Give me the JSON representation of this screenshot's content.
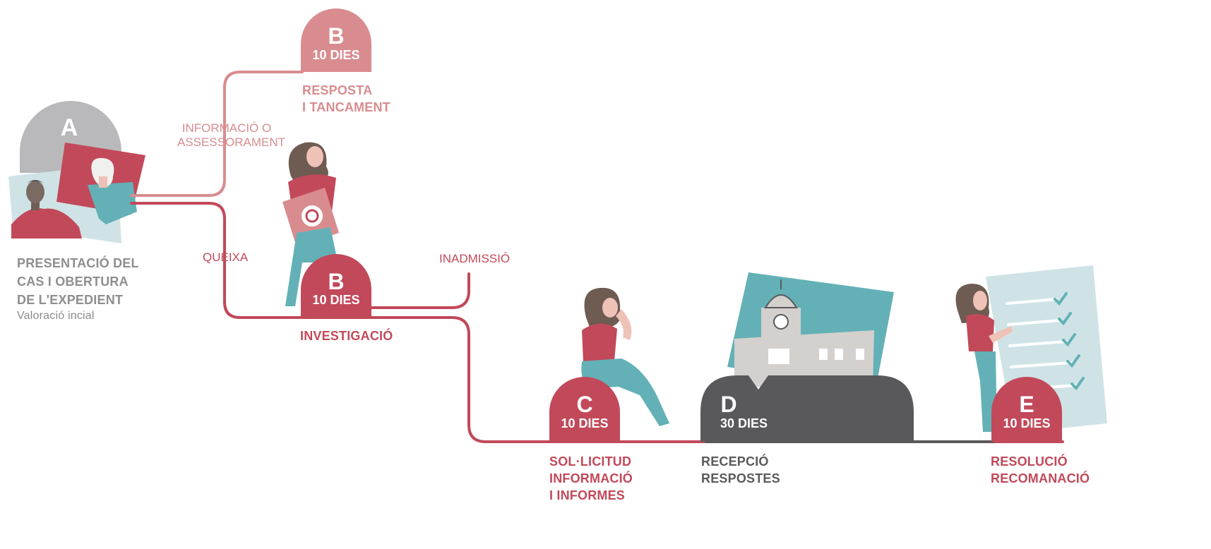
{
  "steps": {
    "a": {
      "letter": "A",
      "title_lines": [
        "PRESENTACIÓ DEL",
        "CAS I OBERTURA",
        "DE L'EXPEDIENT"
      ],
      "subtitle": "Valoració incial"
    },
    "b_top": {
      "letter": "B",
      "days": "10 DIES",
      "title_lines": [
        "RESPOSTA",
        "I TANCAMENT"
      ]
    },
    "b_mid": {
      "letter": "B",
      "days": "10 DIES",
      "title_lines": [
        "INVESTIGACIÓ"
      ]
    },
    "c": {
      "letter": "C",
      "days": "10 DIES",
      "title_lines": [
        "SOL·LICITUD",
        "INFORMACIÓ",
        "I INFORMES"
      ]
    },
    "d": {
      "letter": "D",
      "days": "30 DIES",
      "title_lines": [
        "RECEPCIÓ",
        "RESPOSTES"
      ]
    },
    "e": {
      "letter": "E",
      "days": "10 DIES",
      "title_lines": [
        "RESOLUCIÓ",
        "RECOMANACIÓ"
      ]
    }
  },
  "branches": {
    "info": [
      "INFORMACIÓ O",
      "ASSESSORAMENT"
    ],
    "queixa": "QUEIXA",
    "inadmissio": "INADMISSIÓ"
  },
  "colors": {
    "red": "#c2495a",
    "pink": "#d98c8f",
    "grey": "#b9b9bb",
    "dark": "#59595b",
    "teal": "#63b1b6",
    "light_blue": "#cfe3e6",
    "building": "#d3d0ce"
  },
  "icons": [
    "people-video-call-illustration",
    "woman-with-folder-illustration",
    "woman-on-phone-illustration",
    "town-hall-illustration",
    "woman-with-checklist-illustration"
  ]
}
